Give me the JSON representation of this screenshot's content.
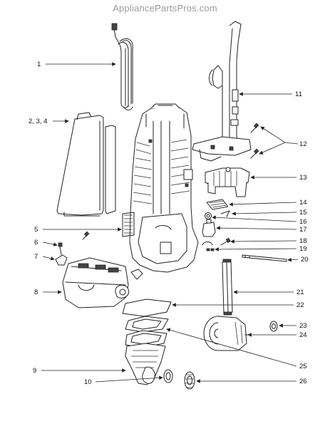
{
  "watermark": "AppliancePartsPros.com",
  "callouts": {
    "c1": "1",
    "c234": "2, 3, 4",
    "c5": "5",
    "c6": "6",
    "c7": "7",
    "c8": "8",
    "c9": "9",
    "c10": "10",
    "c11": "11",
    "c12": "12",
    "c13": "13",
    "c14": "14",
    "c15": "15",
    "c16": "16",
    "c17": "17",
    "c18": "18",
    "c19": "19",
    "c20": "20",
    "c21": "21",
    "c22": "22",
    "c23": "23",
    "c24": "24",
    "c25": "25",
    "c26": "26"
  }
}
